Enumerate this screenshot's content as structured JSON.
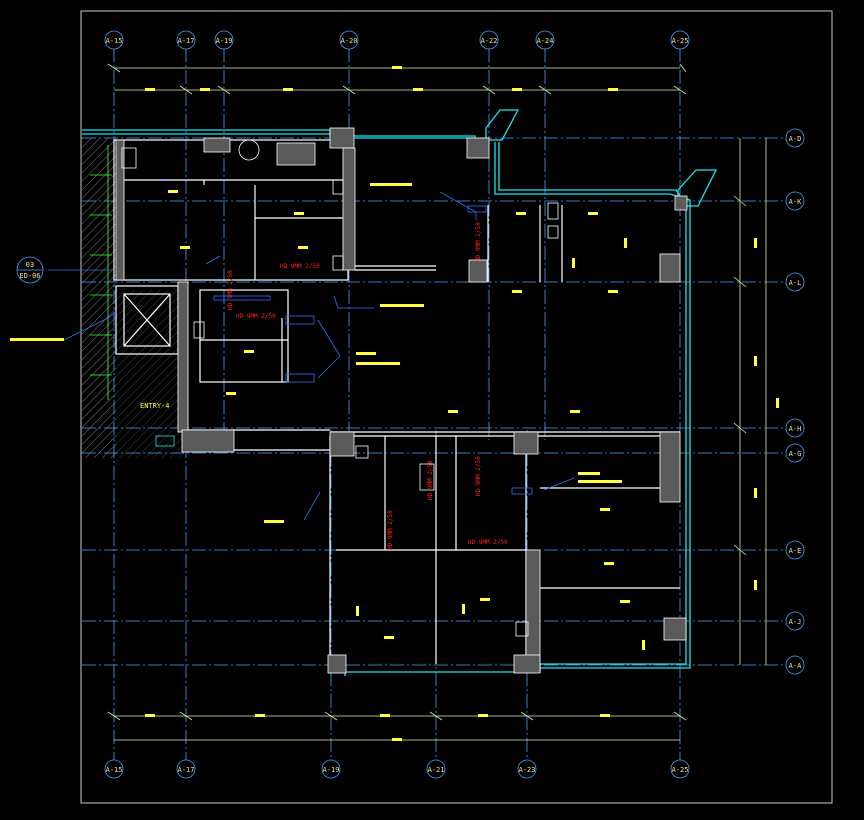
{
  "colors": {
    "background": "#000000",
    "frame": "#c8c8c8",
    "grid_axis": "#4aa0ff",
    "dimension": "#e8e8a0",
    "wall": "#ffffff",
    "wall_fill": "#5a5a5a",
    "facade": "#18e8f0",
    "annotation": "#ffff40",
    "callout": "#3070ff",
    "red_label": "#ff2020",
    "green": "#40ff40",
    "hatch": "#7a7a7a"
  },
  "grid_columns": {
    "top": [
      "A-15",
      "A-17",
      "A-19",
      "A-20",
      "A-22",
      "A-24",
      "A-25"
    ],
    "bottom": [
      "A-15",
      "A-17",
      "A-19",
      "A-21",
      "A-23",
      "A-25"
    ]
  },
  "grid_rows": [
    "A-D",
    "A-K",
    "A-L",
    "A-H",
    "A-G",
    "A-E",
    "A-J",
    "A-A"
  ],
  "section_ref": {
    "number": "03",
    "sheet": "ED-06"
  },
  "entry_label": "ENTRY-4",
  "red_tags": [
    "HD 9MM 2/50",
    "HD 9MM 2/50",
    "HD 9MM 2/50",
    "HD 9MM 2/50",
    "HD 9MM 2/50",
    "HD 9MM 2/50",
    "HD 9MM 2/50",
    "HD 9MM 2/50"
  ]
}
